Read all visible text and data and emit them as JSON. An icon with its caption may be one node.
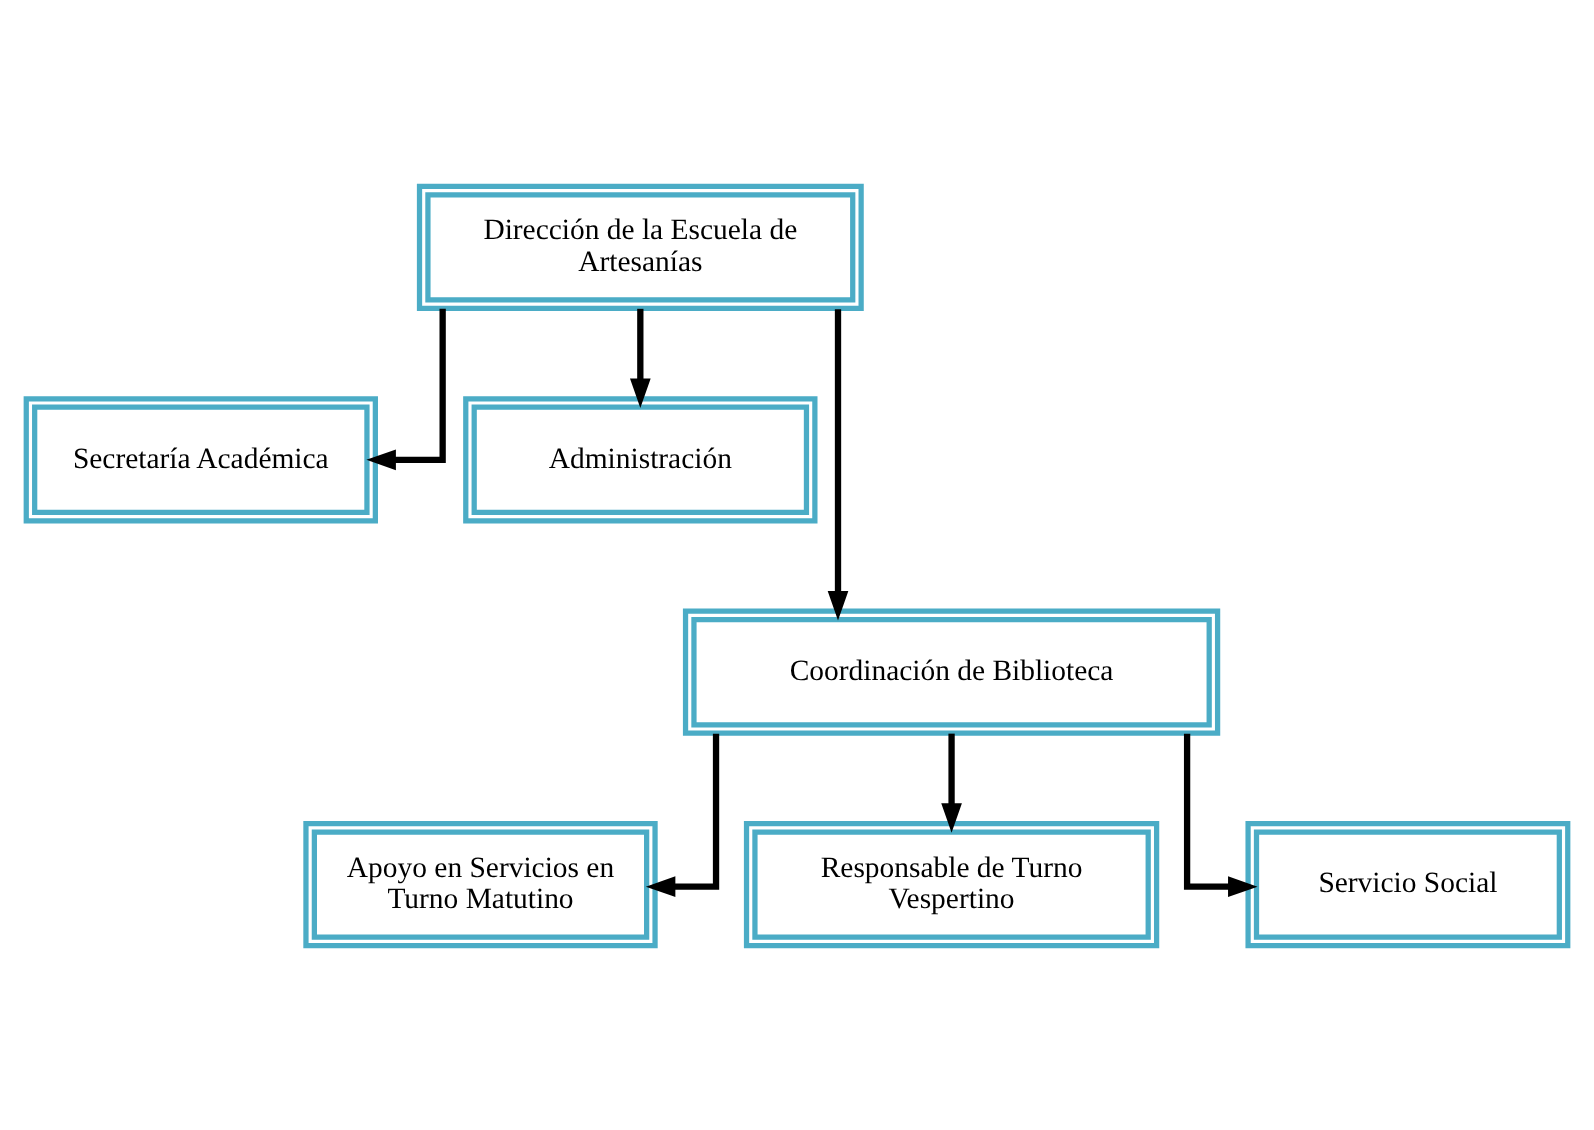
{
  "diagram": {
    "nodes": [
      {
        "text": [
          "Dirección de la Escuela de Artesanías"
        ]
      },
      {
        "text": [
          "Secretaría Académica"
        ]
      },
      {
        "text": [
          "Administración"
        ]
      },
      {
        "text": [
          "Coordinación de Biblioteca"
        ]
      },
      {
        "text": [
          "Apoyo en Servicios en Turno Matutino"
        ]
      },
      {
        "text": [
          "Responsable de Turno Vespertino"
        ]
      },
      {
        "text": [
          "Servicio Social"
        ]
      }
    ],
    "edges": [
      {
        "from": 0,
        "to": 1,
        "arrow": "to"
      },
      {
        "from": 0,
        "to": 2,
        "arrow": "to"
      },
      {
        "from": 0,
        "to": 3,
        "arrow": "to"
      },
      {
        "from": 3,
        "to": 4,
        "arrow": "to"
      },
      {
        "from": 3,
        "to": 5,
        "arrow": "to"
      },
      {
        "from": 3,
        "to": 6,
        "arrow": "to"
      }
    ]
  }
}
